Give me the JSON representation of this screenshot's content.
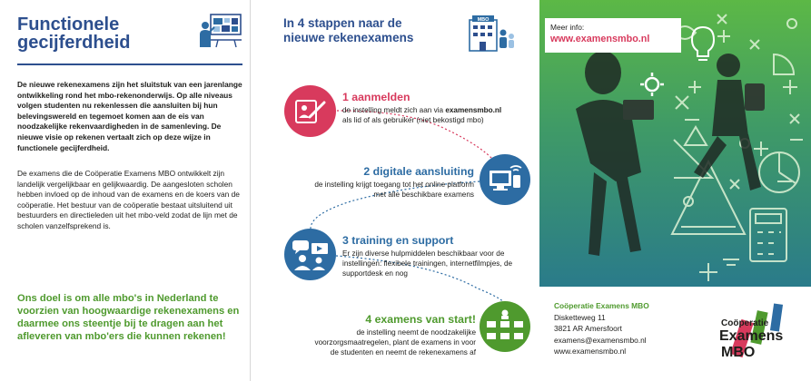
{
  "left": {
    "title_bold": "Functionele",
    "title_light": "gecijferdheid",
    "intro": "De nieuwe rekenexamens zijn het sluitstuk van een jarenlange ontwikkeling rond het mbo-rekenonderwijs. Op alle niveaus volgen studenten nu rekenlessen die aansluiten bij hun belevingswereld en tegemoet komen aan de eis van noodzakelijke rekenvaardigheden in de samenleving. De nieuwe visie op rekenen vertaalt zich op deze wijze in functionele gecijferdheid.",
    "body": "De examens die de Coöperatie Examens MBO ontwikkelt zijn landelijk vergelijkbaar en gelijkwaardig. De aangesloten scholen hebben invloed op de inhoud van de examens en de koers van de coöperatie. Het bestuur van de coöperatie bestaat uitsluitend uit bestuurders en directieleden uit het mbo-veld zodat de lijn met de scholen vanzelfsprekend is.",
    "quote": "Ons doel is om alle mbo's in Nederland te voorzien van hoogwaardige rekenexamens en daarmee ons steentje bij te dragen aan het afleveren van mbo'ers die kunnen rekenen!"
  },
  "middle": {
    "title_bold": "In 4 stappen",
    "title_rest": " naar de",
    "title_line2": "nieuwe rekenexamens",
    "steps": [
      {
        "title": "1 aanmelden",
        "desc_pre": "de instelling meldt zich aan via ",
        "desc_link": "examensmbo.nl",
        "desc_post": " als lid of als gebruiker (niet bekostigd mbo)"
      },
      {
        "title": "2 digitale aansluiting",
        "desc": "de instelling krijgt toegang tot het online platform met alle beschikbare examens"
      },
      {
        "title": "3 training en support",
        "desc": "Er zijn diverse hulpmiddelen beschikbaar voor de instellingen: flexibele trainingen, internetfilmpjes, de supportdesk en nog"
      },
      {
        "title": "4 examens van start!",
        "desc": "de instelling neemt de noodzakelijke voorzorgsmaatregelen, plant de examens in voor de studenten en neemt de rekenexamens af"
      }
    ]
  },
  "right": {
    "info_label": "Meer info:",
    "info_url": "www.examensmbo.nl",
    "contact": {
      "org": "Coöperatie Examens MBO",
      "street": "Disketteweg 11",
      "city": "3821 AR  Amersfoort",
      "email": "examens@examensmbo.nl",
      "web": "www.examensmbo.nl"
    },
    "logo_lines": [
      "Coöperatie",
      "Examens",
      "MBO"
    ]
  },
  "colors": {
    "blue": "#2d4f8e",
    "pink": "#d83a5d",
    "steel_blue": "#2d6ca3",
    "green": "#4f9a2e"
  }
}
